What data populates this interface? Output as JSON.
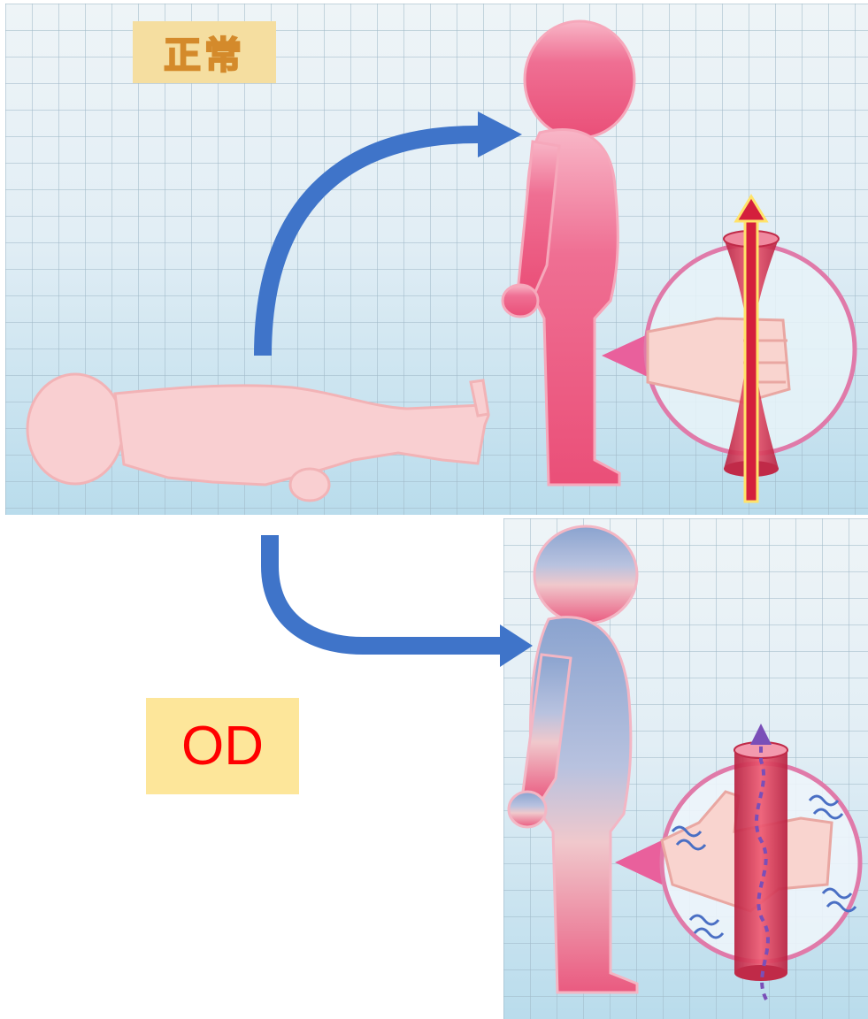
{
  "labels": {
    "normal": "正常",
    "od": "OD"
  },
  "colors": {
    "flow_arrow": "#3f74c9",
    "normal_body": "#ee5d86",
    "lying_body": "#f9cfd1",
    "od_body_top": "#8fa6cf",
    "vessel_red": "#d7334f",
    "circle_outline": "#e06aa0"
  },
  "icons": [
    "transition-arrow",
    "fist-icon",
    "loose-hand-icon",
    "blood-vessel-icon",
    "upward-blood-flow-arrow",
    "weak-blood-flow-arrow",
    "tremor-lines"
  ]
}
